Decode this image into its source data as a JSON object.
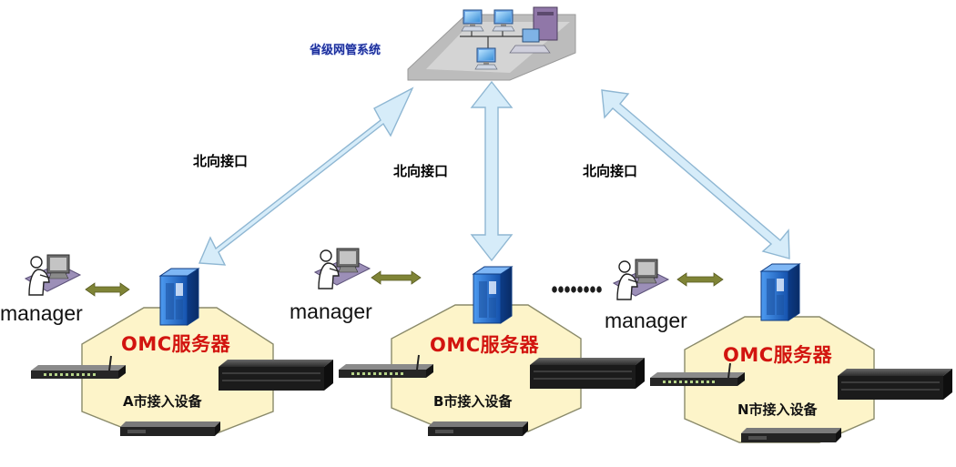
{
  "provincial": {
    "title": "省级网管系统"
  },
  "links": [
    {
      "label": "北向接口"
    },
    {
      "label": "北向接口"
    },
    {
      "label": "北向接口"
    }
  ],
  "sites": [
    {
      "manager_label": "manager",
      "server_label": "OMC服务器",
      "devices_label": "A市接入设备"
    },
    {
      "manager_label": "manager",
      "server_label": "OMC服务器",
      "devices_label": "B市接入设备"
    },
    {
      "manager_label": "manager",
      "server_label": "OMC服务器",
      "devices_label": "N市接入设备"
    }
  ],
  "icons": {
    "provincial": "network-workstations-icon",
    "operator": "operator-workstation-icon",
    "server": "server-tower-icon",
    "device": "rack-switch-icon"
  },
  "colors": {
    "arrow_fill": "#d6ecf9",
    "arrow_stroke": "#8fb7d3",
    "zone_fill": "#fdf4c9",
    "zone_stroke": "#8a8a6a",
    "server_blue": "#1f63c2",
    "omc_red": "#d2140f",
    "link_olive": "#7f8436"
  }
}
